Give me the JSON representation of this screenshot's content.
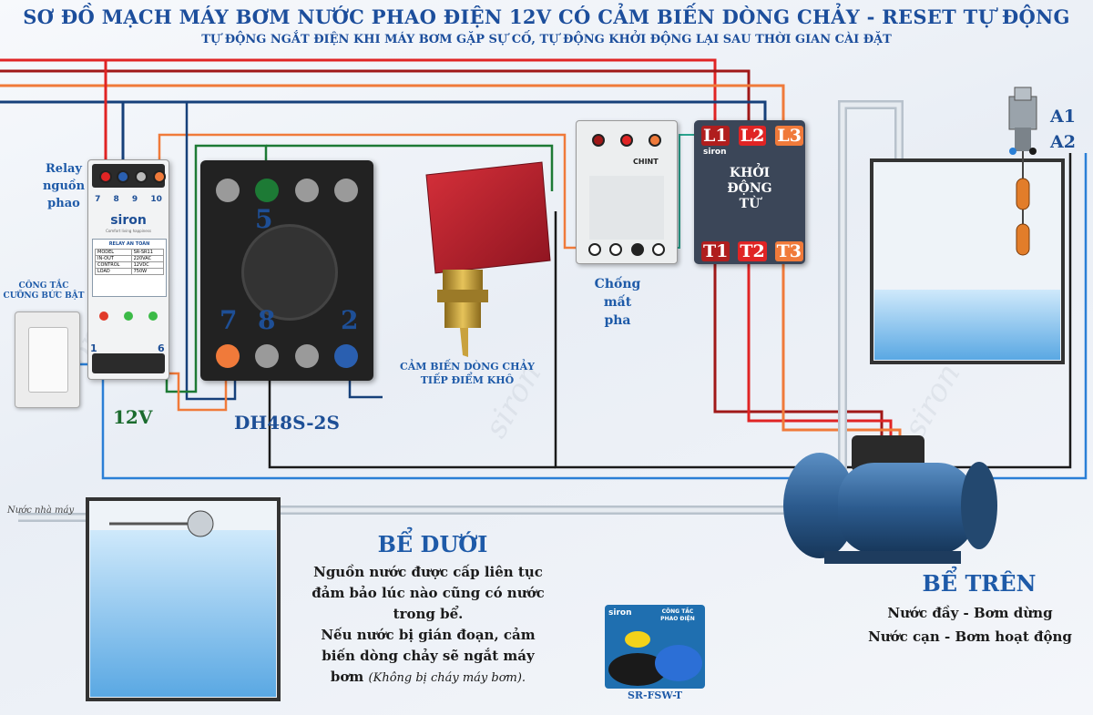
{
  "header": {
    "title": "SƠ ĐỒ MẠCH MÁY BƠM NƯỚC PHAO ĐIỆN 12V CÓ CẢM BIẾN DÒNG CHẢY - RESET TỰ ĐỘNG",
    "subtitle": "TỰ ĐỘNG NGẮT ĐIỆN KHI MÁY BƠM GẶP SỰ CỐ, TỰ ĐỘNG KHỞI ĐỘNG LẠI SAU THỜI GIAN CÀI ĐẶT"
  },
  "relay": {
    "label": [
      "Relay",
      "nguồn",
      "phao"
    ],
    "terminals": [
      "7",
      "8",
      "9",
      "10"
    ],
    "brand": "siron",
    "brand_tag": "Comfort living happiness",
    "panel_title": "RELAY AN TOÀN",
    "spec_rows": [
      [
        "MODEL",
        "SR-SR11"
      ],
      [
        "IN-OUT",
        "220VAC"
      ],
      [
        "CONTROL",
        "12VDC"
      ],
      [
        "LOAD",
        "750W"
      ]
    ],
    "bottom_terminals": [
      "1",
      "6"
    ],
    "voltage_label": "12V"
  },
  "switch": {
    "label": [
      "CÔNG TẮC",
      "CƯỠNG BỨC BẬT"
    ]
  },
  "timer": {
    "model": "DH48S-2S",
    "pin_top": "5",
    "pin_bottom": [
      "7",
      "8",
      "2"
    ]
  },
  "flow_sensor": {
    "label": [
      "CẢM BIẾN DÒNG CHẢY",
      "TIẾP ĐIỂM KHÔ"
    ]
  },
  "phase_relay": {
    "label": [
      "Chống",
      "mất",
      "pha"
    ],
    "brand": "CHINT"
  },
  "contactor": {
    "label": [
      "KHỞI",
      "ĐỘNG",
      "TỪ"
    ],
    "top_terminals": [
      "L1",
      "L2",
      "L3"
    ],
    "bottom_terminals": [
      "T1",
      "T2",
      "T3"
    ],
    "brand": "siron"
  },
  "upper_tank": {
    "terminals": [
      "A1",
      "A2"
    ],
    "title": "BỂ TRÊN",
    "lines": [
      "Nước đầy - Bơm dừng",
      "Nước cạn - Bơm hoạt động"
    ]
  },
  "lower_tank": {
    "inlet": "Nước nhà máy",
    "title": "BỂ DƯỚI",
    "lines": [
      "Nguồn nước được cấp liên tục",
      "đảm bảo lúc nào cũng có nước",
      "trong bể.",
      "Nếu nước bị gián đoạn, cảm",
      "biến dòng chảy sẽ ngắt máy"
    ],
    "last_line": "bơm",
    "last_note": "(Không bị cháy máy bơm)."
  },
  "product": {
    "brand": "siron",
    "box_text": [
      "CÔNG TẮC",
      "PHAO ĐIỆN"
    ],
    "caption": "SR-FSW-T"
  },
  "watermark": "siron",
  "colors": {
    "title": "#1c4e9c",
    "wire_red": "#e02424",
    "wire_darkred": "#a01818",
    "wire_orange": "#f07a3a",
    "wire_blue": "#2a7fd6",
    "wire_navy": "#16407a",
    "wire_green": "#1d7a35",
    "water": "#7ec0ef",
    "pump": "#2c5b8e"
  }
}
